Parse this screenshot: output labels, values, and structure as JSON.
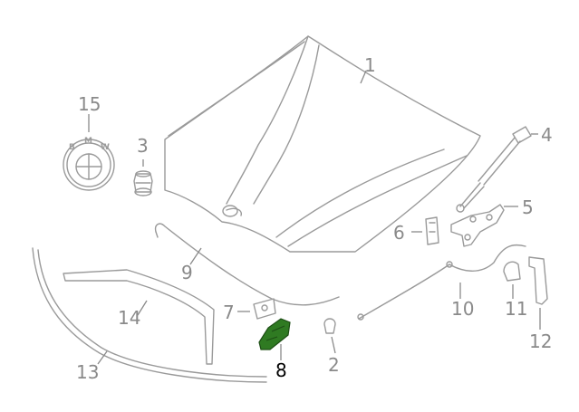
{
  "diagram": {
    "highlight_color": "#2f7a22",
    "line_color": "#9a9a9a",
    "logo_letters": [
      "B",
      "M",
      "W"
    ],
    "callouts": [
      {
        "id": "1",
        "label": "1"
      },
      {
        "id": "2",
        "label": "2"
      },
      {
        "id": "3",
        "label": "3"
      },
      {
        "id": "4",
        "label": "4"
      },
      {
        "id": "5",
        "label": "5"
      },
      {
        "id": "6",
        "label": "6"
      },
      {
        "id": "7",
        "label": "7"
      },
      {
        "id": "8",
        "label": "8",
        "highlighted": true
      },
      {
        "id": "9",
        "label": "9"
      },
      {
        "id": "10",
        "label": "10"
      },
      {
        "id": "11",
        "label": "11"
      },
      {
        "id": "12",
        "label": "12"
      },
      {
        "id": "13",
        "label": "13"
      },
      {
        "id": "14",
        "label": "14"
      },
      {
        "id": "15",
        "label": "15"
      }
    ]
  }
}
